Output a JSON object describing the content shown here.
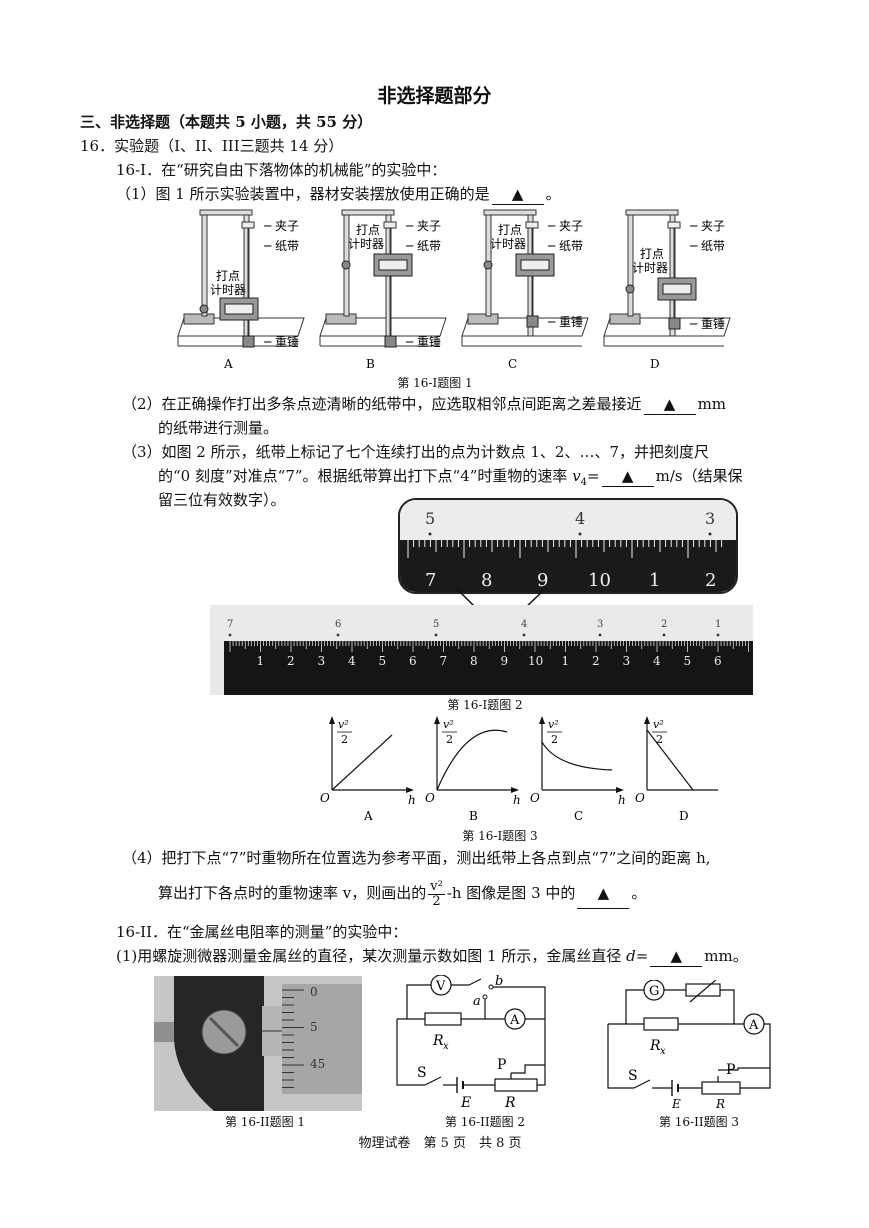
{
  "page_title": "非选择题部分",
  "section3": "三、非选择题（本题共 5 小题，共 55 分）",
  "q16": "16．实验题（I、II、III三题共 14 分）",
  "q16_1": {
    "intro": "16-I．在“研究自由下落物体的机械能”的实验中：",
    "p1": "（1）图 1 所示实验装置中，器材安装摆放使用正确的是",
    "p1_end": "。",
    "blank": "▲",
    "fig1": {
      "caption": "第 16-I题图 1",
      "labels": {
        "clip": "夹子",
        "tape": "纸带",
        "timer1": "打点",
        "timer2": "计时器",
        "weight": "重锤"
      },
      "options": [
        "A",
        "B",
        "C",
        "D"
      ]
    },
    "p2a": "（2）在正确操作打出多条点迹清晰的纸带中，应选取相邻点间距离之差最接近",
    "p2_unit": "mm",
    "p2b": "的纸带进行测量。",
    "p3a": "（3）如图 2 所示，纸带上标记了七个连续打出的点为计数点 1、2、…、7，并把刻度尺",
    "p3b_1": "的“0 刻度”对准点“7”。根据纸带算出打下点“4”时重物的速率 ",
    "p3b_var": "v",
    "p3b_sub": "4",
    "p3b_eq": "=",
    "p3b_2": "m/s（结果保",
    "p3c": "留三位有效数字）。",
    "fig2": {
      "caption": "第 16-I题图 2",
      "zoom_points": [
        "5",
        "4",
        "3"
      ],
      "zoom_ticks": [
        "7",
        "8",
        "9",
        "10",
        "1",
        "2"
      ],
      "tape_points": [
        "7",
        "6",
        "5",
        "4",
        "3",
        "2",
        "1"
      ],
      "ruler_ticks": [
        "1",
        "2",
        "3",
        "4",
        "5",
        "6",
        "7",
        "8",
        "9",
        "10",
        "1",
        "2",
        "3",
        "4",
        "5",
        "6"
      ]
    },
    "fig3": {
      "caption": "第 16-I题图 3",
      "y_num": "v²",
      "y_den": "2",
      "origin": "O",
      "x_axis": "h",
      "options": [
        "A",
        "B",
        "C",
        "D"
      ]
    },
    "p4a": "（4）把打下点“7”时重物所在位置选为参考平面，测出纸带上各点到点“7”之间的距离 h,",
    "p4b_1": "算出打下各点时的重物速率 v，则画出的",
    "p4b_num": "v²",
    "p4b_den": "2",
    "p4b_2": "-h 图像是图 3 中的",
    "p4b_end": "。"
  },
  "q16_2": {
    "intro": "16-II．在“金属丝电阻率的测量”的实验中：",
    "p1a": "(1)用螺旋测微器测量金属丝的直径，某次测量示数如图 1 所示，金属丝直径 ",
    "p1_var": "d",
    "p1_eq": "=",
    "p1_unit": "mm。",
    "fig1_caption": "第 16-II题图 1",
    "fig1_scale": [
      "0",
      "5",
      "45"
    ],
    "fig2": {
      "caption": "第 16-II题图 2",
      "labels": {
        "V": "V",
        "A": "A",
        "a": "a",
        "b": "b",
        "Rx": "R",
        "Rx_sub": "x",
        "S": "S",
        "E": "E",
        "P": "P",
        "R": "R"
      }
    },
    "fig3": {
      "caption": "第 16-II题图 3",
      "labels": {
        "G": "G",
        "A": "A",
        "Rx": "R",
        "Rx_sub": "x",
        "S": "S",
        "E": "E",
        "P": "P",
        "R": "R"
      }
    }
  },
  "footer": "物理试卷　第 5 页　共 8 页"
}
